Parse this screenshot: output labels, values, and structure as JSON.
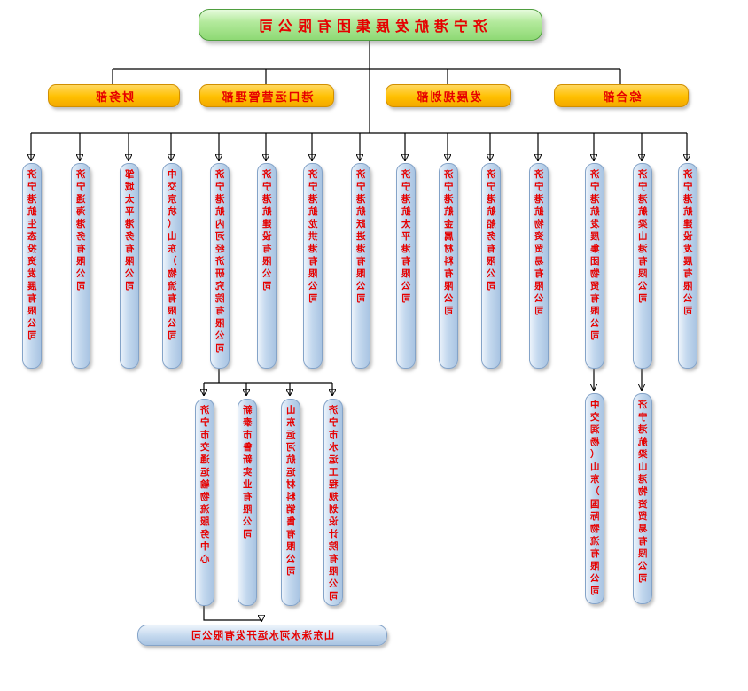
{
  "root": {
    "label": "济宁港航发展集团有限公司"
  },
  "departments": [
    {
      "label": "财务部"
    },
    {
      "label": "港口运营管理部"
    },
    {
      "label": "发展规划部"
    },
    {
      "label": "综合部"
    }
  ],
  "subsidiaries": [
    {
      "label": "济宁港航生态投资发展有限公司"
    },
    {
      "label": "济宁通海港务有限公司"
    },
    {
      "label": "邹城太平港务有限公司"
    },
    {
      "label": "中交京杭（山东）物流有限公司"
    },
    {
      "label": "济宁港航内河经济研究院有限公司"
    },
    {
      "label": "济宁港航建设有限公司"
    },
    {
      "label": "济宁港航龙拱港有限公司"
    },
    {
      "label": "济宁港航跃进港有限公司"
    },
    {
      "label": "济宁港航太平港有限公司"
    },
    {
      "label": "济宁港航金属材料有限公司"
    },
    {
      "label": "济宁港航船务有限公司"
    },
    {
      "label": "济宁港航物资贸易有限公司"
    },
    {
      "label": "济宁港航发展集团物贸有限公司"
    },
    {
      "label": "济宁港航梁山港有限公司"
    },
    {
      "label": "济宁港航建设发展有限公司"
    }
  ],
  "mid_children": [
    {
      "label": "济宁市交通运输物流服务中心"
    },
    {
      "label": "新泰市鲁新实业有限公司"
    },
    {
      "label": "山东运河航运材料销售有限公司"
    },
    {
      "label": "济宁市水运工程规划设计院有限公司"
    }
  ],
  "right_children": [
    {
      "label": "中交润杨（山东）国际物流有限公司"
    },
    {
      "label": "济宁港航梁山港物资贸易有限公司"
    }
  ],
  "bottom": {
    "label": "山东洙水河水运开发有限公司"
  },
  "colors": {
    "root_fill": "#8ed974",
    "root_border": "#4f9e3f",
    "dept_fill": "#ffc000",
    "node_fill": "#c3d8ee",
    "node_border": "#84a3c8",
    "label_text": "#e60000",
    "line": "#000000"
  }
}
